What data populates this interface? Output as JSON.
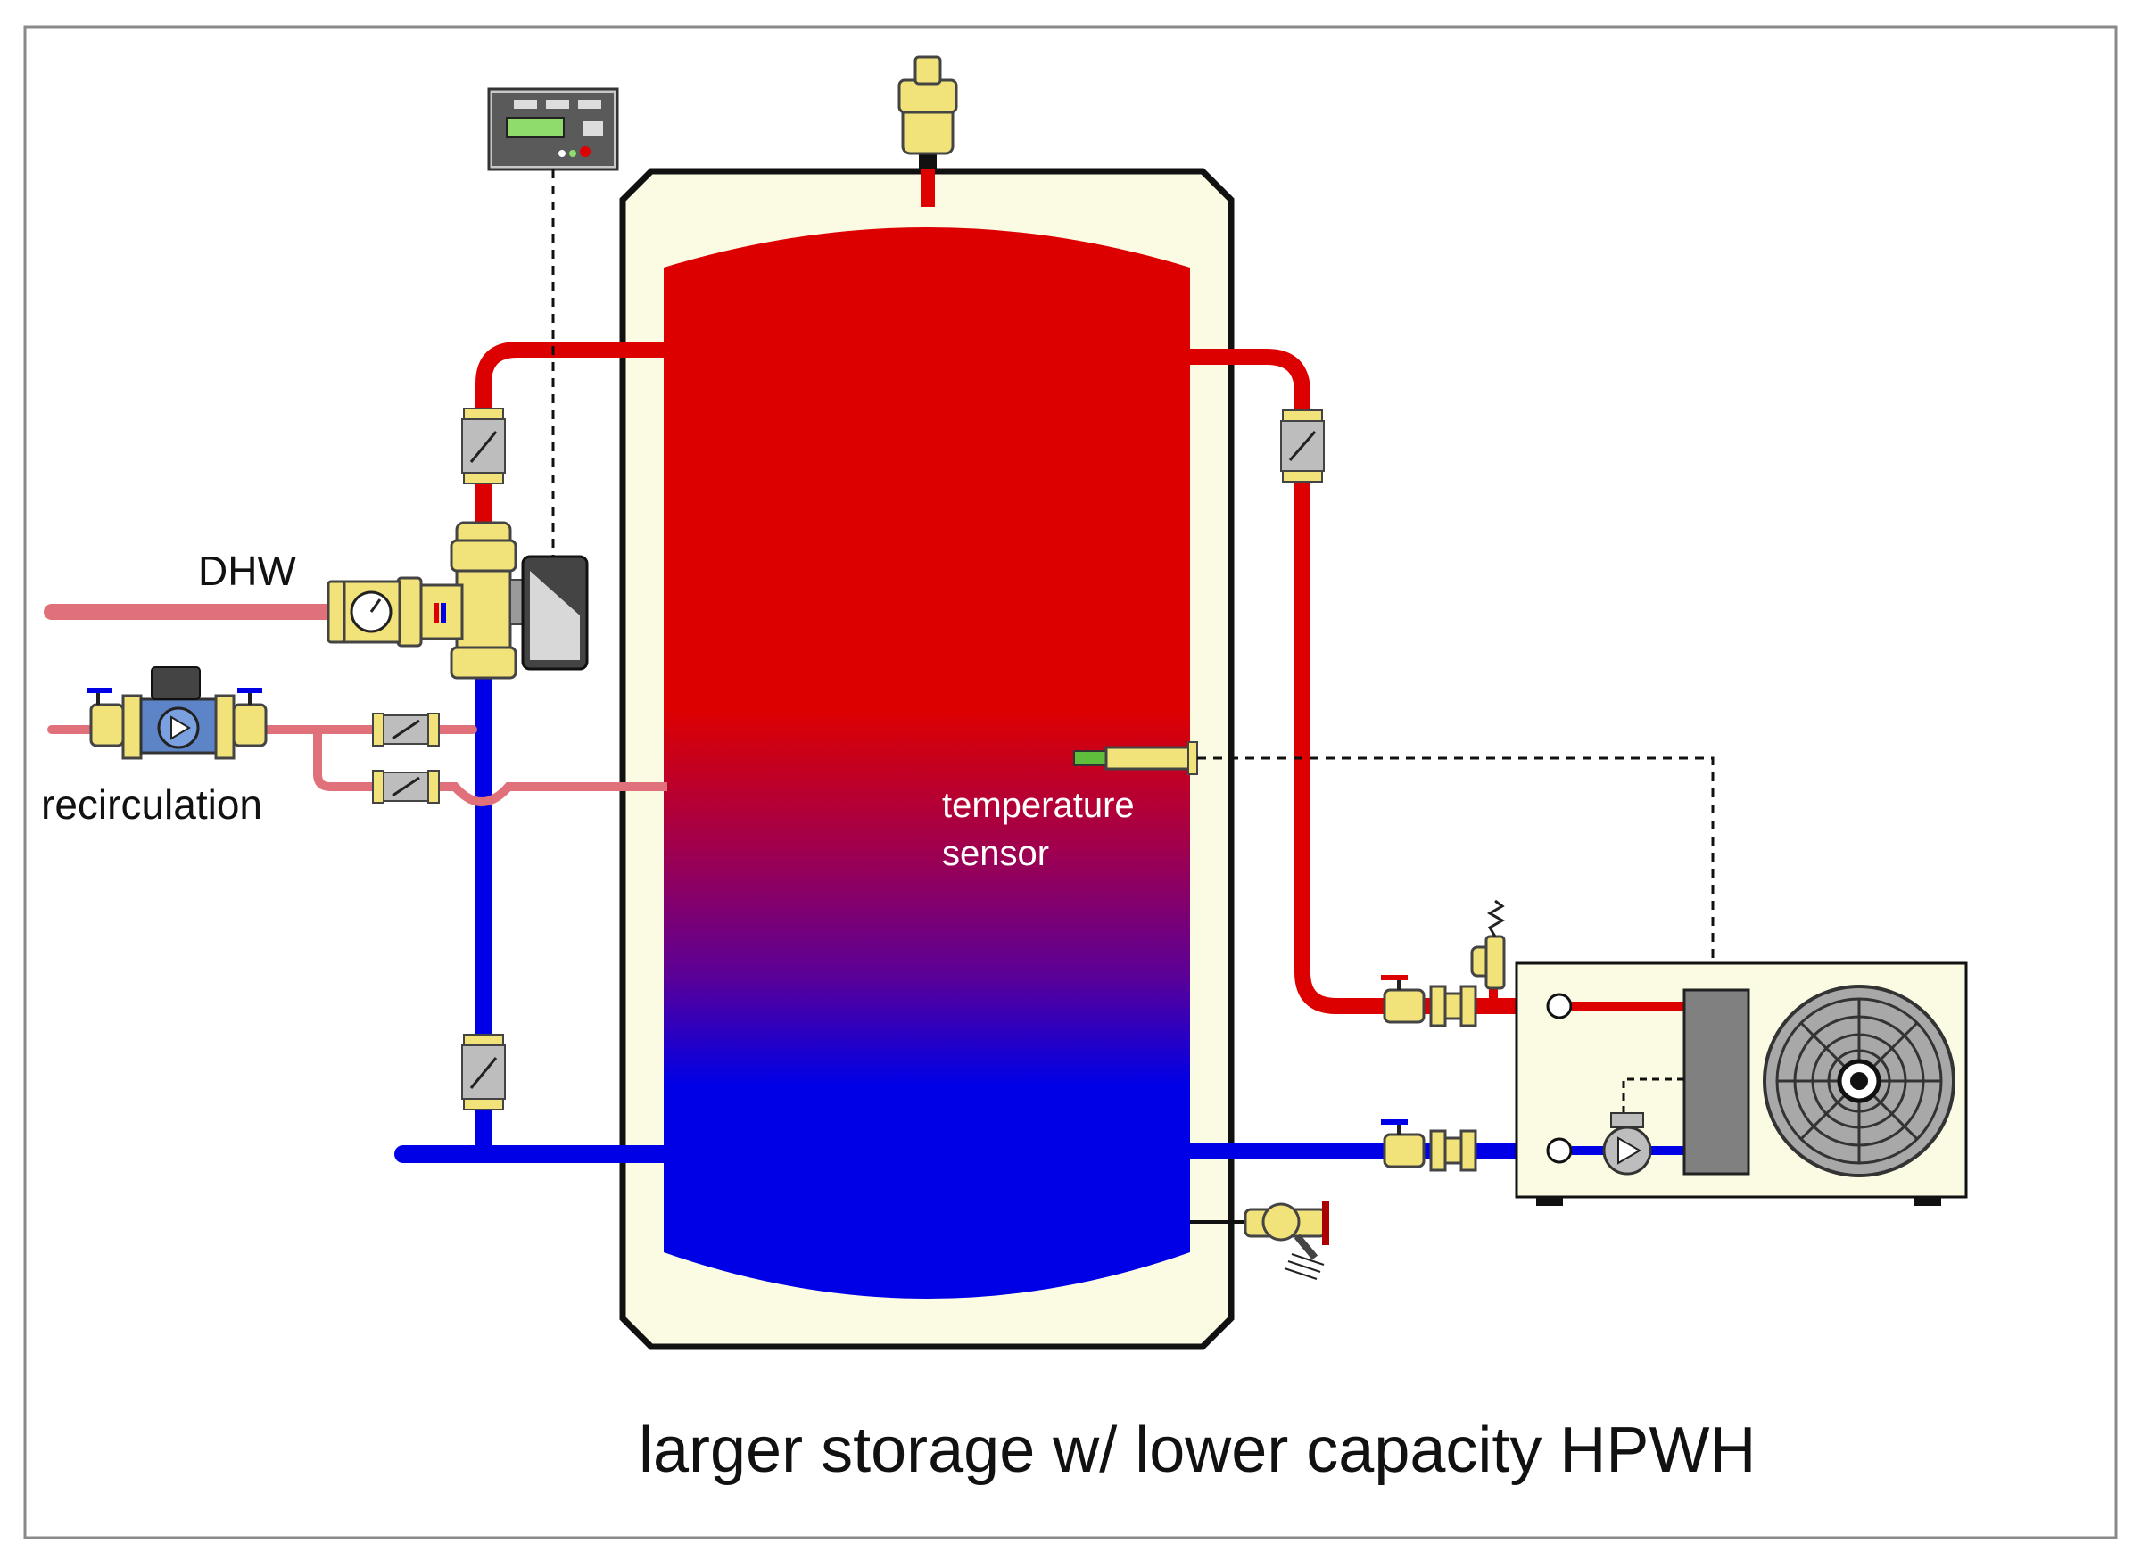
{
  "labels": {
    "dhw": "DHW",
    "recirculation": "recirculation",
    "sensor_line1": "temperature",
    "sensor_line2": "sensor",
    "caption": "larger storage w/ lower capacity HPWH"
  },
  "colors": {
    "hot": "#dd0000",
    "cold": "#0000e6",
    "recirc": "#e0707a",
    "brass": "#f2e27a",
    "tank_jacket": "#fbfbe4",
    "unit_body": "#fbfbe4"
  }
}
